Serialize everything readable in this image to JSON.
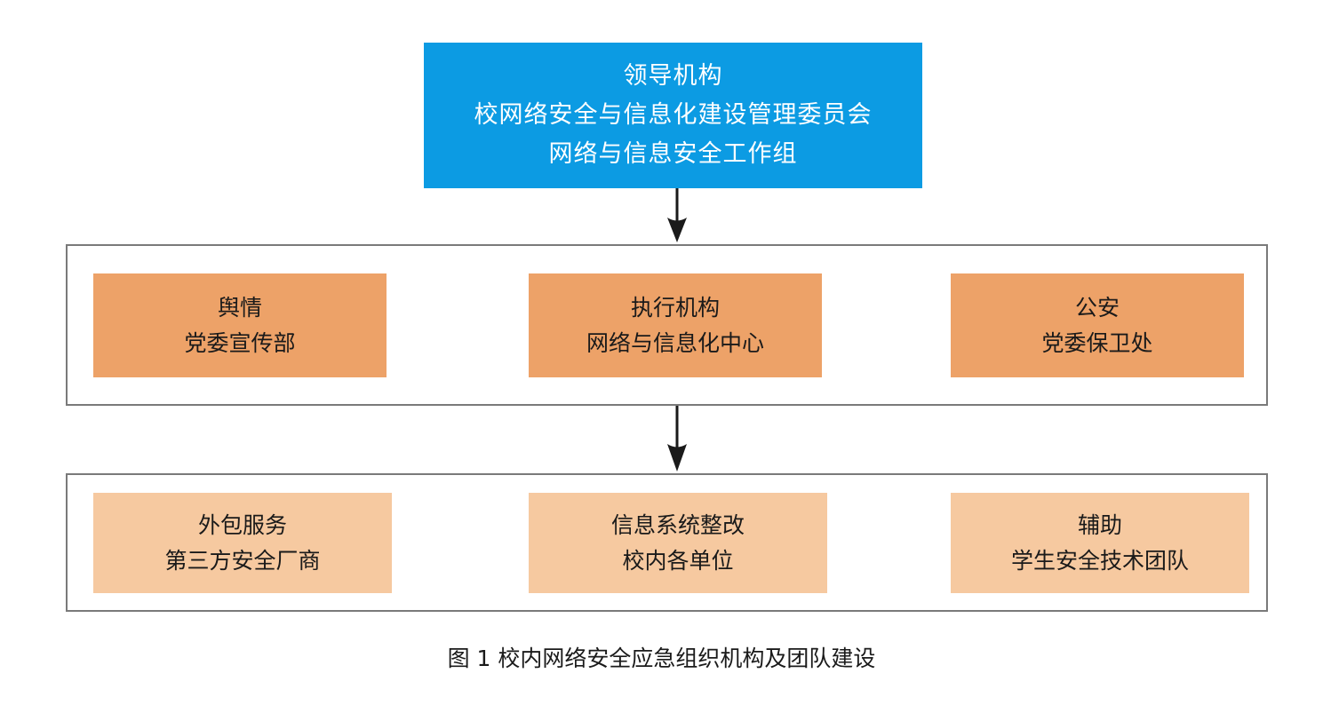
{
  "figure": {
    "caption": "图 1  校内网络安全应急组织机构及团队建设",
    "colors": {
      "leader_fill": "#0C9BE3",
      "leader_text": "#FFFFFF",
      "exec_fill": "#EDA268",
      "support_fill": "#F6C9A0",
      "container_border": "#7A7A7A",
      "node_text": "#1A1A1A",
      "arrow": "#1A1A1A",
      "background": "#FFFFFF"
    }
  },
  "leadership": {
    "line1": "领导机构",
    "line2": "校网络安全与信息化建设管理委员会",
    "line3": "网络与信息安全工作组"
  },
  "executive_row": {
    "nodes": [
      {
        "role": "舆情",
        "unit": "党委宣传部"
      },
      {
        "role": "执行机构",
        "unit": "网络与信息化中心"
      },
      {
        "role": "公安",
        "unit": "党委保卫处"
      }
    ]
  },
  "support_row": {
    "nodes": [
      {
        "role": "外包服务",
        "unit": "第三方安全厂商"
      },
      {
        "role": "信息系统整改",
        "unit": "校内各单位"
      },
      {
        "role": "辅助",
        "unit": "学生安全技术团队"
      }
    ]
  }
}
